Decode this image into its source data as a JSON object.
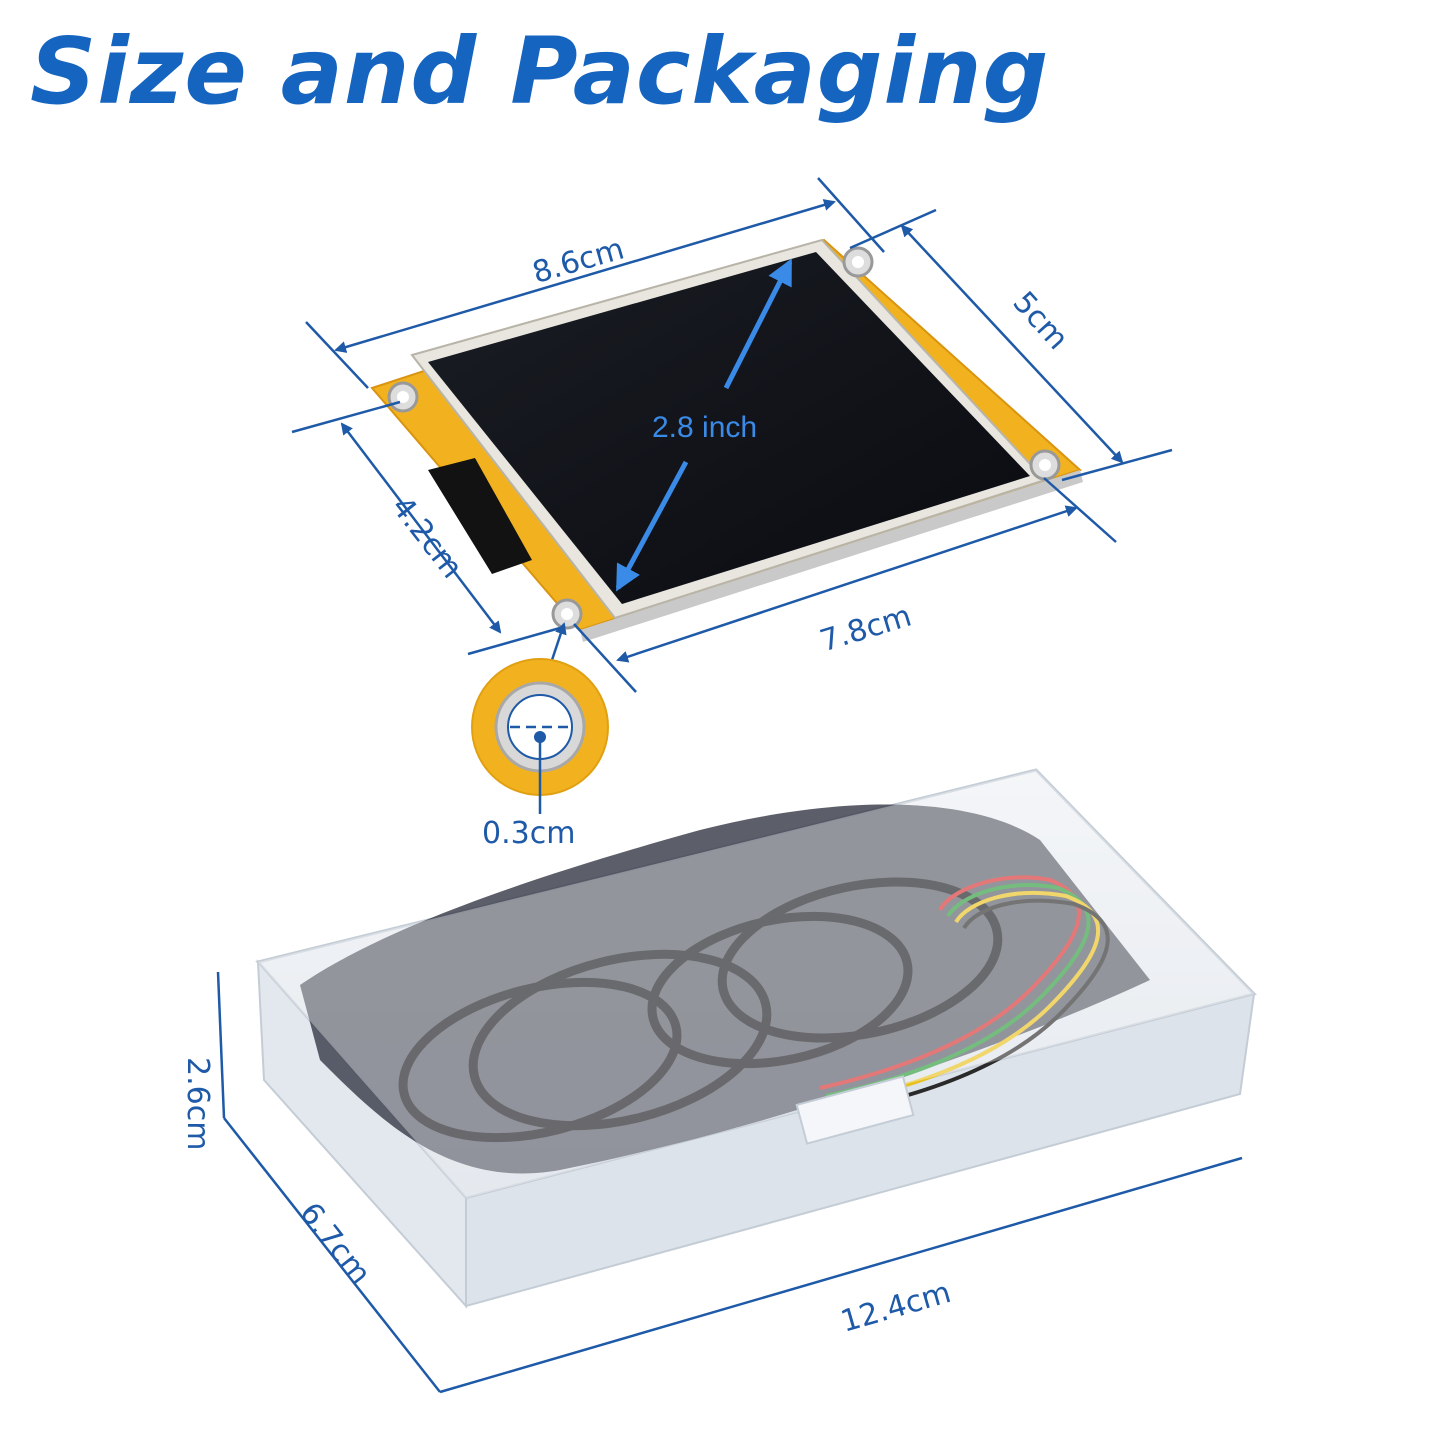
{
  "title": "Size and Packaging",
  "dimensions": {
    "board_length": "8.6cm",
    "board_width": "5cm",
    "board_depth": "4.2cm",
    "screen_length": "7.8cm",
    "diagonal": "2.8 inch",
    "hole_diameter": "0.3cm",
    "box_height": "2.6cm",
    "box_width": "6.7cm",
    "box_length": "12.4cm"
  },
  "colors": {
    "title": "#1565c0",
    "dimension_lines": "#1e5aa8",
    "diagonal_arrow": "#3a8be8",
    "pcb": "#f2b21f"
  }
}
